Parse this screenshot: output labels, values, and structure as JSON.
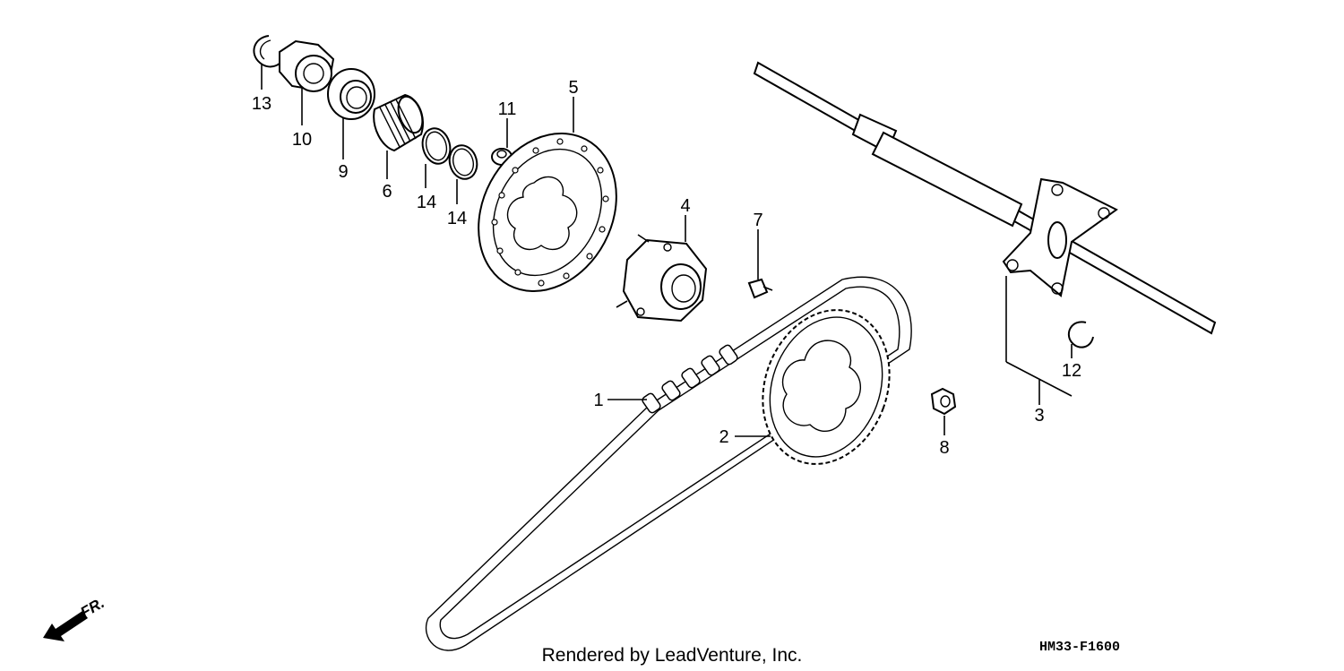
{
  "parts": [
    {
      "id": "p1",
      "label": "1"
    },
    {
      "id": "p2",
      "label": "2"
    },
    {
      "id": "p3",
      "label": "3"
    },
    {
      "id": "p4",
      "label": "4"
    },
    {
      "id": "p5",
      "label": "5"
    },
    {
      "id": "p6",
      "label": "6"
    },
    {
      "id": "p7",
      "label": "7"
    },
    {
      "id": "p8",
      "label": "8"
    },
    {
      "id": "p9",
      "label": "9"
    },
    {
      "id": "p10",
      "label": "10"
    },
    {
      "id": "p11",
      "label": "11"
    },
    {
      "id": "p12",
      "label": "12"
    },
    {
      "id": "p13",
      "label": "13"
    },
    {
      "id": "p14a",
      "label": "14"
    },
    {
      "id": "p14b",
      "label": "14"
    }
  ],
  "direction_label": "FR.",
  "credit": "Rendered by LeadVenture, Inc.",
  "diagram_code": "HM33-F1600"
}
